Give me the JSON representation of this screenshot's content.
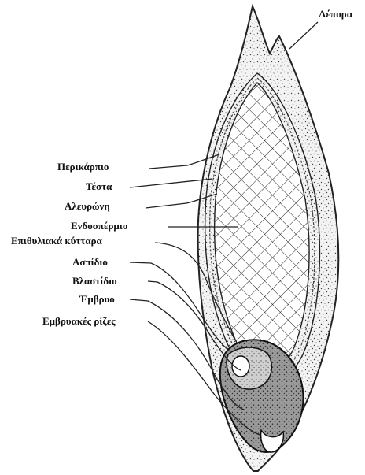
{
  "labels": {
    "husk": "Λέπυρα",
    "pericarp": "Περικάρπιο",
    "testa": "Τέστα",
    "aleurone": "Αλευρώνη",
    "endosperm": "Ενδοσπέρμιο",
    "epithelial_cells": "Επιθυλιακά κύτταρα",
    "scutellum": "Ασπίδιο",
    "plumule": "Βλαστίδιο",
    "embryo": "Έμβρυο",
    "embryonic_roots": "Εμβρυακές ρίζες"
  }
}
